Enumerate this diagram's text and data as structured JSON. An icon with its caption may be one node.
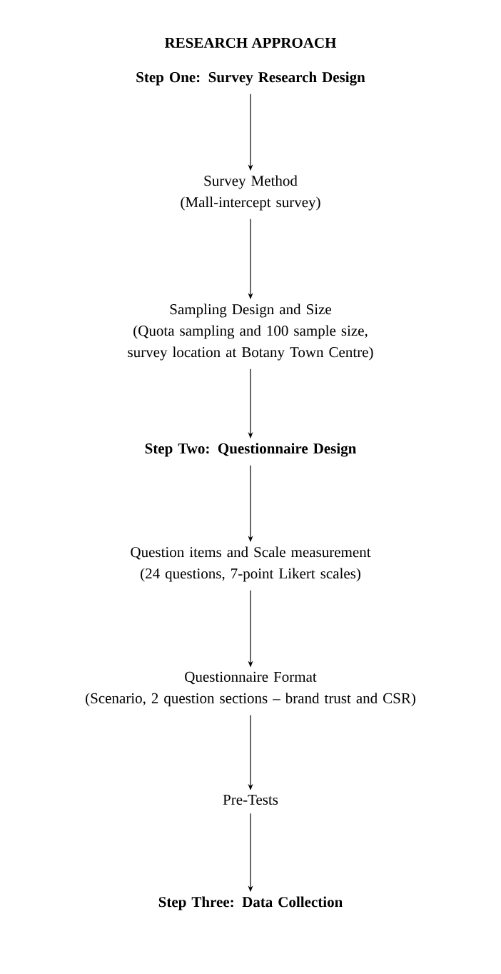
{
  "diagram": {
    "title": "RESEARCH APPROACH",
    "nodes": [
      {
        "text": [
          "Step One: Survey Research Design"
        ]
      },
      {
        "text": [
          "Survey Method",
          "(Mall-intercept survey)"
        ]
      },
      {
        "text": [
          "Sampling Design and Size",
          "(Quota sampling and 100 sample size, survey location at Botany Town Centre)"
        ]
      },
      {
        "text": [
          "Step Two: Questionnaire Design"
        ]
      },
      {
        "text": [
          "Question items and Scale measurement",
          "(24 questions, 7-point Likert scales)"
        ]
      },
      {
        "text": [
          "Questionnaire Format",
          "(Scenario, 2 question sections – brand trust and CSR)"
        ]
      },
      {
        "text": [
          "Pre-Tests"
        ]
      },
      {
        "text": [
          "Step Three: Data Collection"
        ]
      }
    ],
    "edges": [
      {
        "from": 0,
        "to": 1,
        "arrow": "to"
      },
      {
        "from": 1,
        "to": 2,
        "arrow": "to"
      },
      {
        "from": 2,
        "to": 3,
        "arrow": "to"
      },
      {
        "from": 3,
        "to": 4,
        "arrow": "to"
      },
      {
        "from": 4,
        "to": 5,
        "arrow": "to"
      },
      {
        "from": 5,
        "to": 6,
        "arrow": "to"
      },
      {
        "from": 6,
        "to": 7,
        "arrow": "to"
      }
    ]
  }
}
